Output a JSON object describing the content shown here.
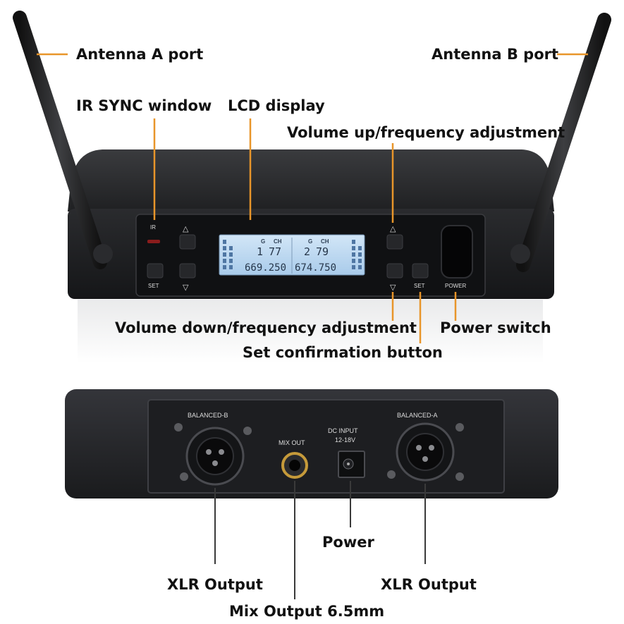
{
  "colors": {
    "leader": "#e8952a",
    "label": "#111111",
    "chassis": "#1b1c1e",
    "lcd": "#b9d6f0"
  },
  "front_labels": {
    "antenna_a_port": "Antenna A port",
    "antenna_b_port": "Antenna B port",
    "ir_sync_window": "IR SYNC window",
    "lcd_display": "LCD display",
    "volume_up": "Volume up/frequency adjustment",
    "volume_down": "Volume down/frequency adjustment",
    "power_switch": "Power switch",
    "set_confirmation": "Set confirmation button"
  },
  "rear_labels": {
    "power": "Power",
    "xlr_output_left": "XLR Output",
    "xlr_output_right": "XLR Output",
    "mix_output": "Mix Output 6.5mm"
  },
  "front_panel": {
    "ir": "IR",
    "set_left": "SET",
    "set_right": "SET",
    "power": "POWER",
    "lcd": {
      "g_left": "G",
      "ch_left": "CH",
      "g_right": "G",
      "ch_right": "CH",
      "group_a": "1",
      "channel_a": "77",
      "group_b": "2",
      "channel_b": "79",
      "freq_a": "669.250",
      "freq_b": "674.750"
    }
  },
  "rear_panel": {
    "balanced_b": "BALANCED-B",
    "balanced_a": "BALANCED-A",
    "mix_out": "MIX   OUT",
    "dc_input": "DC  INPUT",
    "dc_voltage": "12-18V"
  }
}
